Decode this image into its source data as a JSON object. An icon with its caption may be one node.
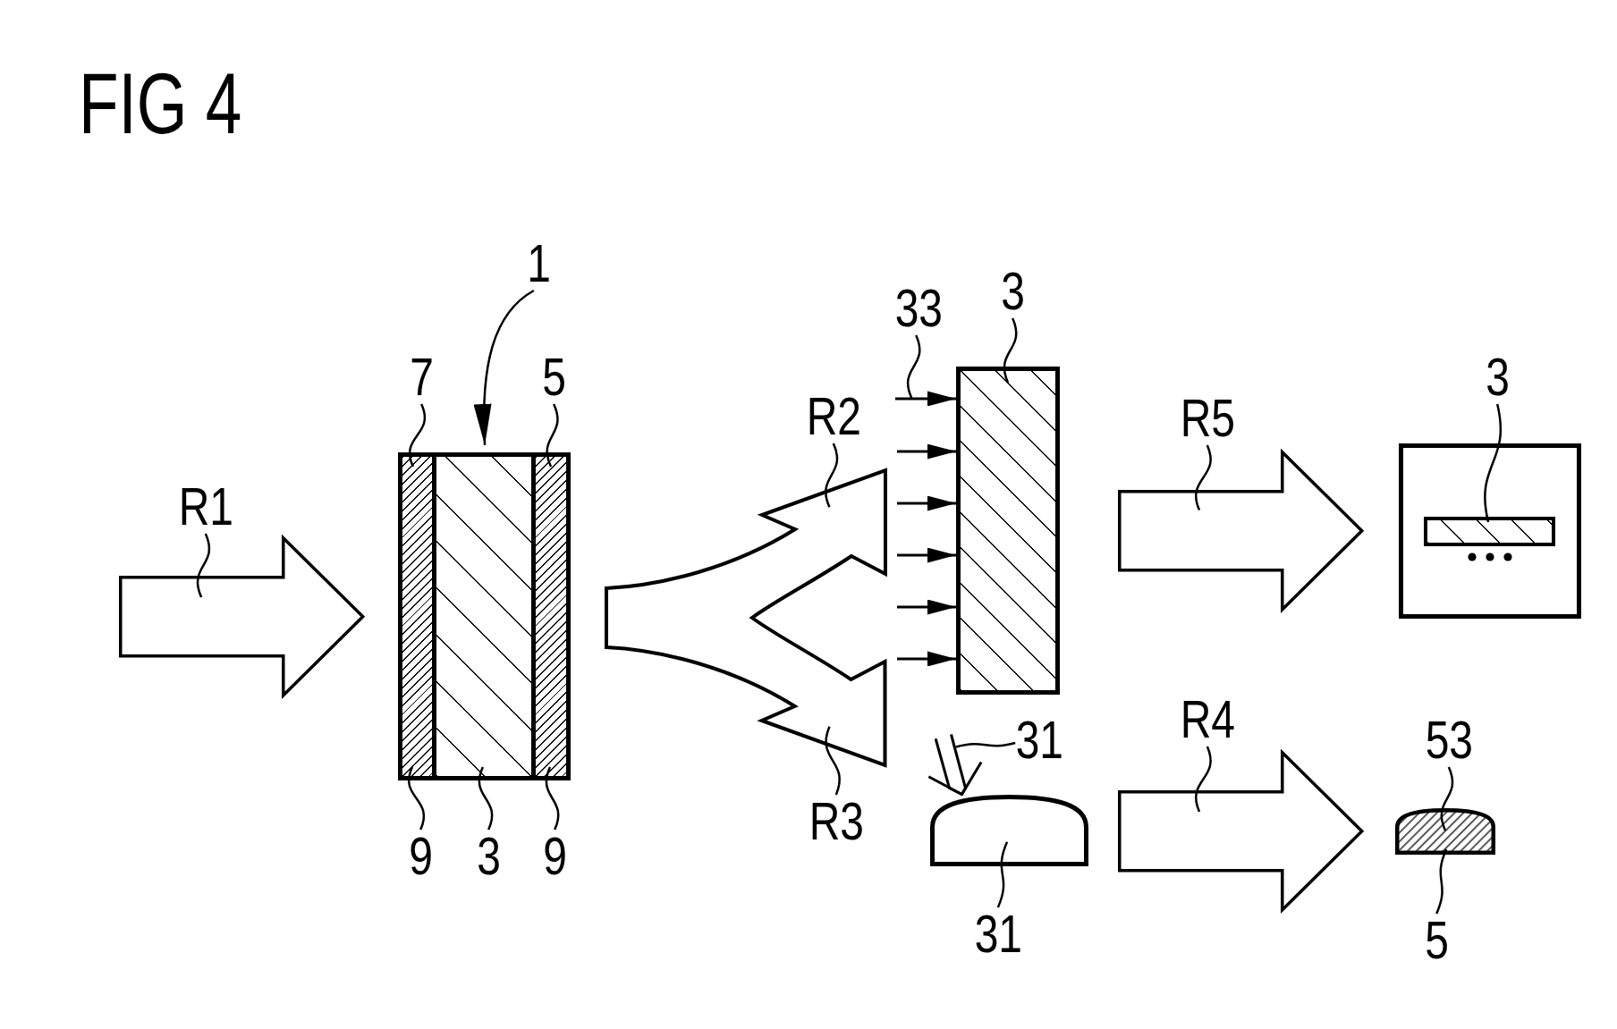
{
  "diagram": {
    "title": "FIG 4",
    "nodes": [
      {
        "text": [
          "1"
        ]
      },
      {
        "text": [
          "7"
        ]
      },
      {
        "text": [
          "5"
        ]
      },
      {
        "text": [
          "R1"
        ]
      },
      {
        "text": [],
        "shape": "arrow"
      },
      {
        "text": [],
        "shape": "box"
      },
      {
        "text": [],
        "shape": "box",
        "in": 5
      },
      {
        "text": [],
        "shape": "box",
        "in": 5
      },
      {
        "text": [],
        "shape": "box",
        "in": 5
      },
      {
        "text": [
          "9"
        ]
      },
      {
        "text": [
          "3"
        ]
      },
      {
        "text": [
          "9"
        ]
      },
      {
        "text": [
          "33"
        ]
      },
      {
        "text": [
          "3"
        ]
      },
      {
        "text": [
          "R2"
        ]
      },
      {
        "text": [],
        "shape": "arrow"
      },
      {
        "text": [],
        "shape": "box"
      },
      {
        "text": [
          "R3"
        ]
      },
      {
        "text": [
          "31"
        ]
      },
      {
        "text": [],
        "shape": "arrow"
      },
      {
        "text": [],
        "shape": "dome"
      },
      {
        "text": [
          "31"
        ]
      },
      {
        "text": [
          "R5"
        ]
      },
      {
        "text": [],
        "shape": "arrow"
      },
      {
        "text": [
          "3"
        ]
      },
      {
        "text": [],
        "shape": "box"
      },
      {
        "text": [],
        "shape": "bar",
        "in": 25
      },
      {
        "text": [
          "R4"
        ]
      },
      {
        "text": [],
        "shape": "arrow"
      },
      {
        "text": [
          "53"
        ]
      },
      {
        "text": [],
        "shape": "dome"
      },
      {
        "text": [
          "5"
        ]
      }
    ],
    "edges": [
      {
        "from": 0,
        "to": 5,
        "arrow": "to"
      },
      {
        "from": 1,
        "to": 6,
        "arrow": "none"
      },
      {
        "from": 2,
        "to": 8,
        "arrow": "none"
      },
      {
        "from": 3,
        "to": 4,
        "arrow": "none"
      },
      {
        "from": null,
        "to": 5,
        "arrow": "to"
      },
      {
        "from": 9,
        "to": 6,
        "arrow": "none"
      },
      {
        "from": 10,
        "to": 7,
        "arrow": "none"
      },
      {
        "from": 11,
        "to": 8,
        "arrow": "none"
      },
      {
        "from": 5,
        "to": 16,
        "arrow": "to"
      },
      {
        "from": 5,
        "to": 19,
        "arrow": "to"
      },
      {
        "from": 12,
        "to": null,
        "arrow": "none"
      },
      {
        "from": null,
        "to": 16,
        "arrow": "to"
      },
      {
        "from": 15,
        "to": 16,
        "arrow": "to"
      },
      {
        "from": 15,
        "to": 16,
        "arrow": "to"
      },
      {
        "from": 15,
        "to": 16,
        "arrow": "to"
      },
      {
        "from": 15,
        "to": 16,
        "arrow": "to"
      },
      {
        "from": 15,
        "to": 16,
        "arrow": "to"
      },
      {
        "from": 13,
        "to": 16,
        "arrow": "none"
      },
      {
        "from": 14,
        "to": 15,
        "arrow": "none"
      },
      {
        "from": 17,
        "to": 15,
        "arrow": "none"
      },
      {
        "from": 18,
        "to": 19,
        "arrow": "none"
      },
      {
        "from": 19,
        "to": 20,
        "arrow": "to"
      },
      {
        "from": 21,
        "to": 20,
        "arrow": "none"
      },
      {
        "from": 16,
        "to": 25,
        "arrow": "to"
      },
      {
        "from": 22,
        "to": 23,
        "arrow": "none"
      },
      {
        "from": 24,
        "to": 26,
        "arrow": "none"
      },
      {
        "from": 20,
        "to": 30,
        "arrow": "to"
      },
      {
        "from": 27,
        "to": 28,
        "arrow": "none"
      },
      {
        "from": 29,
        "to": 30,
        "arrow": "none"
      },
      {
        "from": 31,
        "to": 30,
        "arrow": "none"
      }
    ]
  }
}
